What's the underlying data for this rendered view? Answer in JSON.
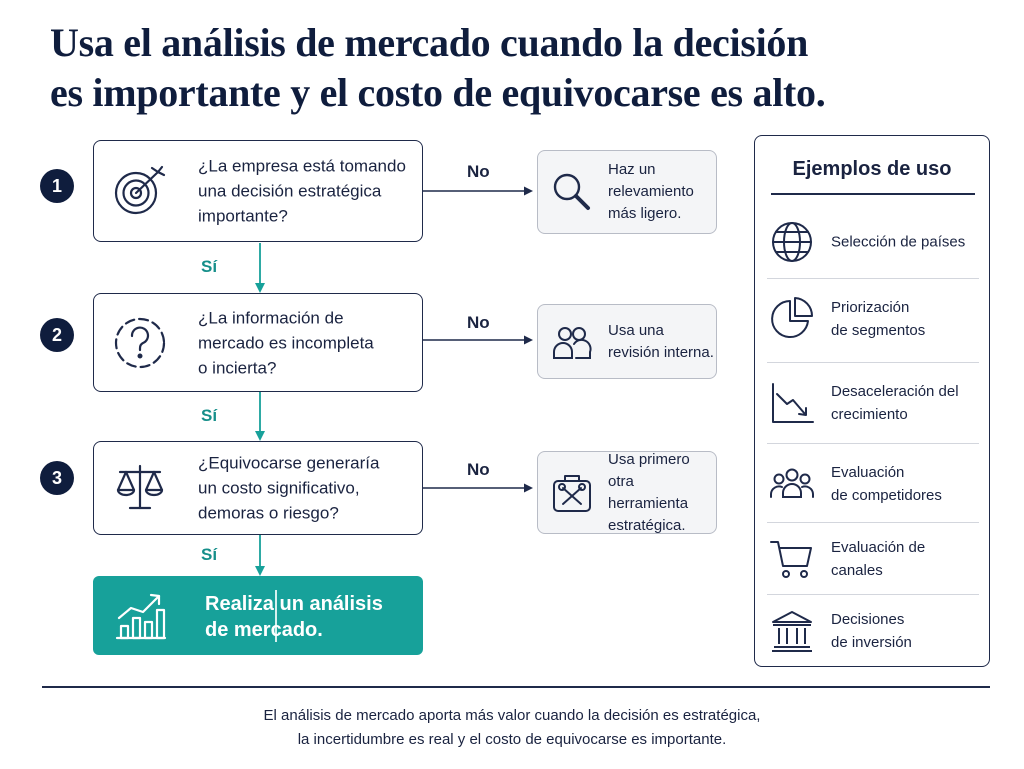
{
  "title": {
    "line1": "Usa el análisis de mercado cuando la decisión",
    "line2": "es importante y el costo de equivocarse es alto."
  },
  "steps": [
    {
      "number": "1",
      "icon": "target-icon",
      "question": [
        "¿La empresa está tomando",
        "una decisión estratégica",
        "importante?"
      ],
      "no_label": "No",
      "alt_icon": "magnifier-icon",
      "alternative": [
        "Haz un",
        "relevamiento",
        "más ligero."
      ],
      "yes_label": "Sí"
    },
    {
      "number": "2",
      "icon": "question-circle-icon",
      "question": [
        "¿La información de",
        "mercado es incompleta",
        "o incierta?"
      ],
      "no_label": "No",
      "alt_icon": "people-icon",
      "alternative": [
        "Usa una",
        "revisión interna."
      ],
      "yes_label": "Sí"
    },
    {
      "number": "3",
      "icon": "scales-icon",
      "question": [
        "¿Equivocarse generaría",
        "un costo significativo,",
        "demoras o riesgo?"
      ],
      "no_label": "No",
      "alt_icon": "toolkit-icon",
      "alternative": [
        "Usa primero",
        "otra herramienta",
        "estratégica."
      ],
      "yes_label": "Sí"
    }
  ],
  "action": {
    "icon": "growth-chart-icon",
    "text": [
      "Realiza un análisis",
      "de mercado."
    ]
  },
  "examples": {
    "title": "Ejemplos de uso",
    "items": [
      {
        "icon": "globe-icon",
        "label": [
          "Selección de países"
        ]
      },
      {
        "icon": "pie-chart-icon",
        "label": [
          "Priorización",
          "de segmentos"
        ]
      },
      {
        "icon": "decline-chart-icon",
        "label": [
          "Desaceleración del",
          "crecimiento"
        ]
      },
      {
        "icon": "group-icon",
        "label": [
          "Evaluación",
          "de competidores"
        ]
      },
      {
        "icon": "cart-icon",
        "label": [
          "Evaluación de canales"
        ]
      },
      {
        "icon": "bank-icon",
        "label": [
          "Decisiones",
          "de inversión"
        ]
      }
    ]
  },
  "footer": {
    "line1": "El análisis de mercado aporta más valor cuando la decisión es estratégica,",
    "line2": "la incertidumbre es real y el costo de equivocarse es importante."
  },
  "colors": {
    "navy": "#0f1d3d",
    "teal": "#17a19a",
    "teal_text": "#168f8a"
  }
}
